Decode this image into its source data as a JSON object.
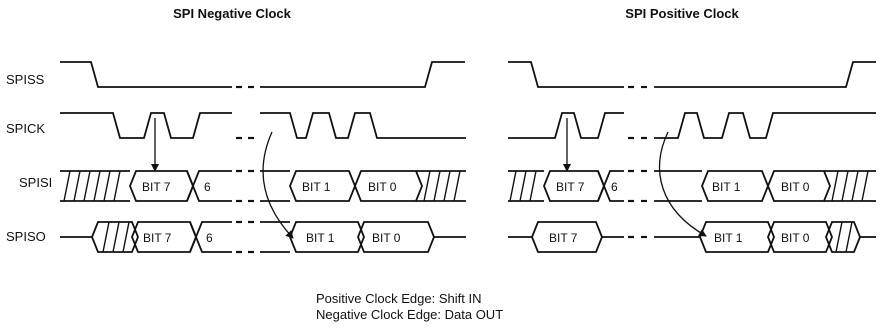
{
  "titles": {
    "negative": "SPI Negative Clock",
    "positive": "SPI Positive Clock"
  },
  "signals": [
    "SPISS",
    "SPICK",
    "SPISI",
    "SPISO"
  ],
  "bits": {
    "bit7": "BIT 7",
    "six": "6",
    "bit1": "BIT 1",
    "bit0": "BIT 0"
  },
  "legend": {
    "line1": "Positive Clock Edge: Shift IN",
    "line2": "Negative Clock Edge: Data OUT"
  }
}
